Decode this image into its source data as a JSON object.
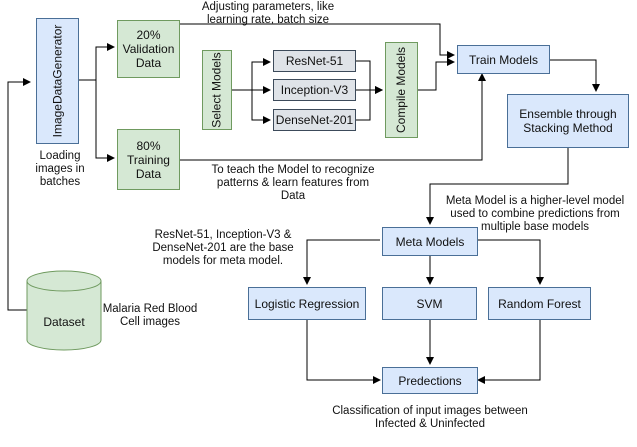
{
  "nodes": {
    "image_data_generator": "ImageDataGenerator",
    "validation_data": "20% Validation Data",
    "training_data": "80% Training Data",
    "select_models": "Select Models",
    "resnet": "ResNet-51",
    "inception": "Inception-V3",
    "densenet": "DenseNet-201",
    "compile_models": "Compile Models",
    "train_models": "Train Models",
    "ensemble": "Ensemble through Stacking Method",
    "meta_models": "Meta Models",
    "logistic_regression": "Logistic Regression",
    "svm": "SVM",
    "random_forest": "Random Forest",
    "predictions": "Predections",
    "dataset": "Dataset"
  },
  "annotations": {
    "adjusting": "Adjusting parameters, like learning rate, batch size",
    "loading": "Loading images in batches",
    "teach": "To teach the Model to recognize patterns & learn features from Data",
    "meta_model_desc": "Meta Model is a higher-level model used to combine predictions from multiple base models",
    "base_models": "ResNet-51, Inception-V3 & DenseNet-201 are the base models for meta model.",
    "malaria": "Malaria Red Blood Cell images",
    "classification": "Classification of input images between Infected & Uninfected"
  }
}
